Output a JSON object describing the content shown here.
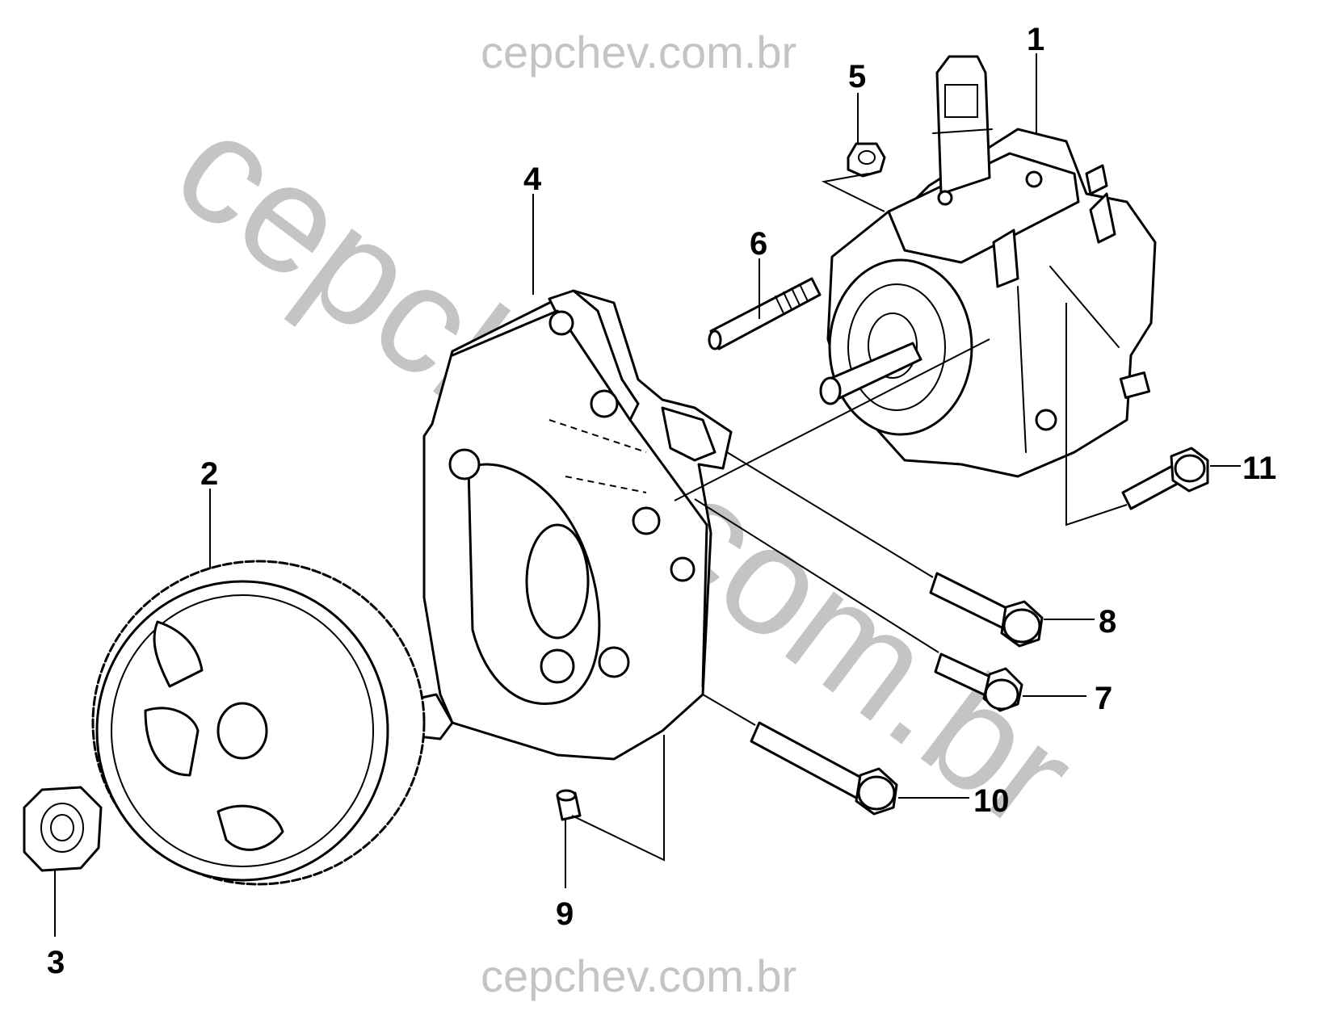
{
  "watermark": {
    "top": "cepchev.com.br",
    "bottom": "cepchev.com.br",
    "diagonal": "cepchev.com.br",
    "color": "#c4c4c4"
  },
  "callouts": [
    {
      "id": "1",
      "part": "high-pressure-pump"
    },
    {
      "id": "2",
      "part": "sprocket"
    },
    {
      "id": "3",
      "part": "nut"
    },
    {
      "id": "4",
      "part": "bracket"
    },
    {
      "id": "5",
      "part": "nut"
    },
    {
      "id": "6",
      "part": "stud"
    },
    {
      "id": "7",
      "part": "bolt"
    },
    {
      "id": "8",
      "part": "bolt"
    },
    {
      "id": "9",
      "part": "dowel"
    },
    {
      "id": "10",
      "part": "bolt"
    },
    {
      "id": "11",
      "part": "bolt"
    }
  ]
}
